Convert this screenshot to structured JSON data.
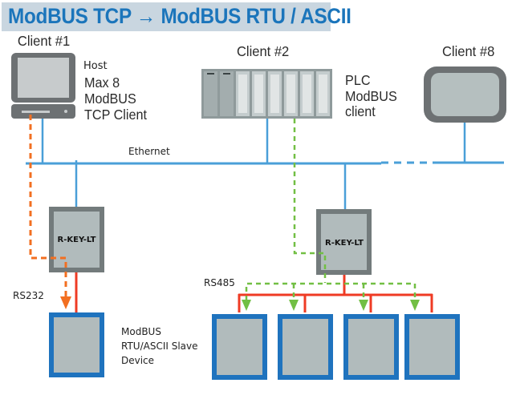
{
  "title": "ModBUS TCP → ModBUS RTU / ASCII",
  "clients": [
    {
      "label": "Client #1",
      "kind": "computer",
      "desc": [
        "Host",
        "Max 8",
        "ModBUS",
        "TCP Client"
      ]
    },
    {
      "label": "Client #2",
      "kind": "plc",
      "desc": [
        "PLC",
        "ModBUS",
        "client"
      ]
    },
    {
      "label": "Client #8",
      "kind": "display",
      "desc": []
    }
  ],
  "network": {
    "label": "Ethernet"
  },
  "gateways": [
    {
      "label": "R-KEY-LT",
      "bus": "RS232"
    },
    {
      "label": "R-KEY-LT",
      "bus": "RS485"
    }
  ],
  "slave_label": [
    "ModBUS",
    "RTU/ASCII Slave",
    "Device"
  ],
  "colors": {
    "title": "#1b75bb",
    "title_bg": "#c9d6e0",
    "ethernet": "#4a9fd8",
    "rs_line": "#ef3b24",
    "path_client1": "#f26f21",
    "path_client2": "#72bf44",
    "device_border": "#1f73be",
    "device_fill": "#b1bbbc",
    "gateway_border": "#737b7c"
  }
}
